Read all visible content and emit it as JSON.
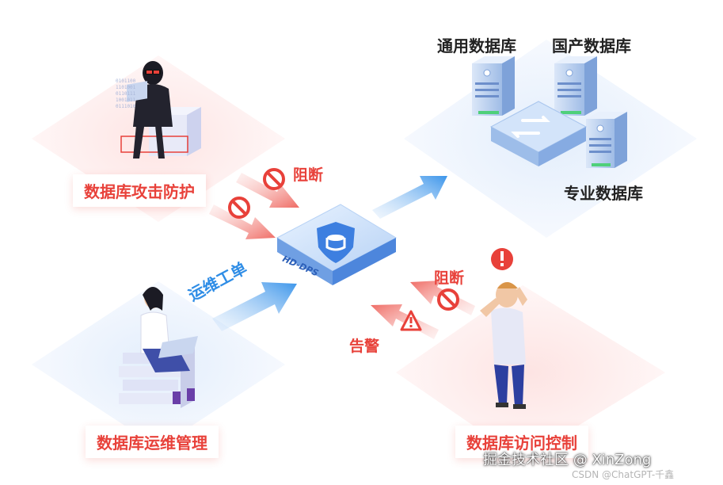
{
  "databases": {
    "general": "通用数据库",
    "domestic": "国产数据库",
    "specialized": "专业数据库"
  },
  "modules": {
    "attack_protection": "数据库攻击防护",
    "ops_management": "数据库运维管理",
    "access_control": "数据库访问控制"
  },
  "center": {
    "device_label": "HD-DPS"
  },
  "flows": {
    "block_top": "阻断",
    "block_right": "阻断",
    "alert": "告警",
    "ops_ticket": "运维工单"
  },
  "watermark": {
    "main": "掘金技术社区 @ XinZong",
    "sub": "CSDN @ChatGPT-千鑫"
  },
  "colors": {
    "accent_red": "#e8413a",
    "accent_blue": "#2f8de6",
    "device_blue": "#3d7fe0",
    "server_blue": "#8fb4ea"
  }
}
